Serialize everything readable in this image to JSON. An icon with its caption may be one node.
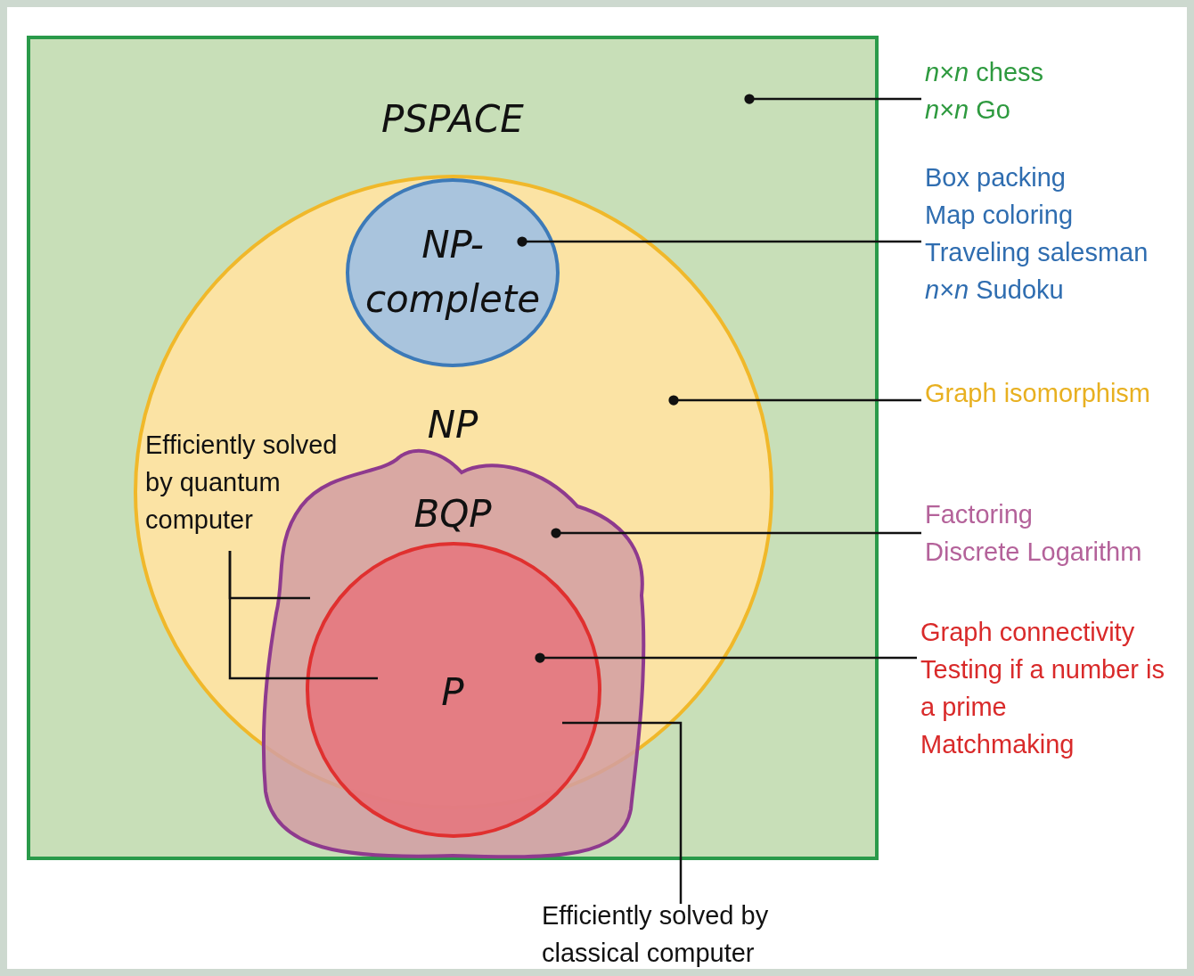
{
  "diagram": {
    "nodes": [
      {
        "text": [
          "PSPACE"
        ]
      },
      {
        "text": [
          "NP"
        ],
        "in": 0
      },
      {
        "text": [
          "NP-complete"
        ],
        "in": 1
      },
      {
        "text": [
          "BQP"
        ],
        "in": 0
      },
      {
        "text": [
          "P"
        ],
        "in": 3
      },
      {
        "text": [
          "*n*×*n* chess",
          "*n*×*n* Go"
        ]
      },
      {
        "text": [
          "Box packing",
          "Map coloring",
          "Traveling salesman",
          "*n*×*n* Sudoku"
        ]
      },
      {
        "text": [
          "Graph isomorphism"
        ]
      },
      {
        "text": [
          "Factoring",
          "Discrete Logarithm"
        ]
      },
      {
        "text": [
          "Graph connectivity",
          "Testing if a number is a prime",
          "Matchmaking"
        ]
      },
      {
        "text": [
          "Efficiently solved by quantum computer"
        ],
        "in": 1
      },
      {
        "text": [
          "Efficiently solved by classical computer"
        ]
      }
    ],
    "edges": [
      {
        "from": 5,
        "to": 0,
        "arrow": "other"
      },
      {
        "from": 6,
        "to": 2,
        "arrow": "other"
      },
      {
        "from": 7,
        "to": 1,
        "arrow": "other"
      },
      {
        "from": 8,
        "to": 3,
        "arrow": "other"
      },
      {
        "from": 9,
        "to": 4,
        "arrow": "other"
      },
      {
        "from": 10,
        "to": 3,
        "arrow": "none"
      },
      {
        "from": 10,
        "to": 4,
        "arrow": "none"
      },
      {
        "from": 11,
        "to": 4,
        "arrow": "none"
      }
    ]
  }
}
